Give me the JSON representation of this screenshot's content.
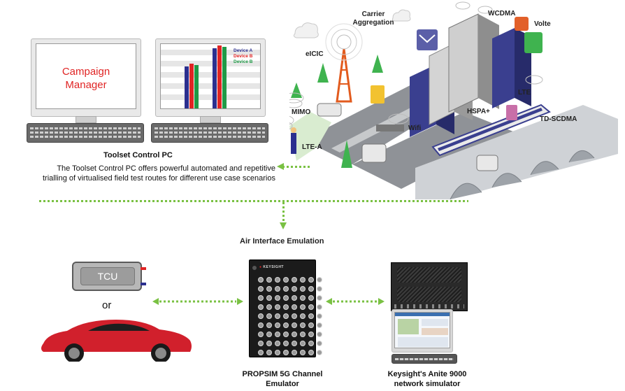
{
  "control_pc": {
    "screen_left": {
      "line1": "Campaign",
      "line2": "Manager"
    },
    "screen_right": {
      "legend": [
        {
          "label": "Device A",
          "color": "#2b2f8f"
        },
        {
          "label": "Device B",
          "color": "#e02424"
        },
        {
          "label": "Device B",
          "color": "#1f9a46"
        }
      ]
    },
    "title": "Toolset Control PC",
    "description_line1": "The Toolset Control PC offers powerful automated and repetitive",
    "description_line2": "trialling of virtualised field test routes for different use case scenarios"
  },
  "city": {
    "labels": {
      "carrier_aggregation_1": "Carrier",
      "carrier_aggregation_2": "Aggregation",
      "wcdma": "WCDMA",
      "volte": "Volte",
      "eicic": "eICIC",
      "lte": "LTE",
      "mimo": "MIMO",
      "hspa": "HSPA+",
      "td_scdma": "TD-SCDMA",
      "wifi": "Wifi",
      "lte_a": "LTE-A"
    }
  },
  "bottom": {
    "section_title": "Air Interface Emulation",
    "tcu_label": "TCU",
    "or_label": "or",
    "emulator_caption_1": "PROPSIM 5G Channel",
    "emulator_caption_2": "Emulator",
    "emulator_brand": "KEYSIGHT",
    "simulator_caption_1": "Keysight's Anite 9000",
    "simulator_caption_2": "network simulator"
  },
  "colors": {
    "accent_green": "#7ac143",
    "campaign_red": "#e02424"
  }
}
